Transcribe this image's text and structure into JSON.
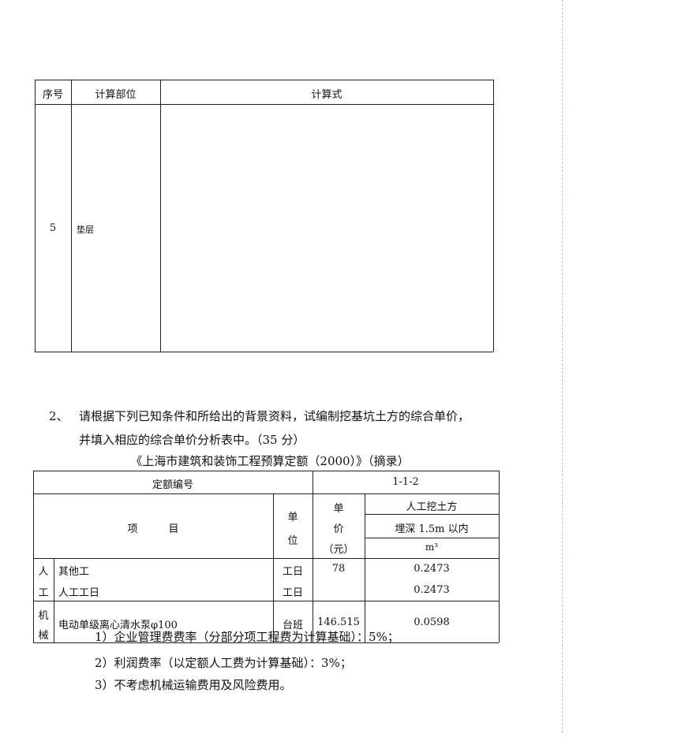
{
  "table1": {
    "headers": [
      "序号",
      "计算部位",
      "计算式"
    ],
    "rows": [
      {
        "no": "5",
        "part": "垫层",
        "formula": ""
      }
    ]
  },
  "question": {
    "number": "2、",
    "line1": "请根据下列已知条件和所给出的背景资料，试编制挖基坑土方的综合单价，",
    "line2": "并填入相应的综合单价分析表中。（35 分）"
  },
  "table2": {
    "title": "《上海市建筑和装饰工程预算定额（2000）》（摘录）",
    "quota_no_label": "定额编号",
    "quota_no": "1-1-2",
    "item_label": "项　　　目",
    "unit_label": "单\n位",
    "unit_label_chars": [
      "单",
      "位"
    ],
    "price_label_chars": [
      "单",
      "价",
      "（元）"
    ],
    "work_name": "人工挖土方",
    "work_depth": "埋深 1.5m 以内",
    "work_unit": "m³",
    "groups": [
      {
        "chars": [
          "人",
          "工"
        ],
        "rows": [
          {
            "name": "其他工",
            "unit": "工日",
            "price": "78",
            "qty": "0.2473"
          },
          {
            "name": "人工工日",
            "unit": "工日",
            "price": "",
            "qty": "0.2473"
          }
        ]
      },
      {
        "chars": [
          "机",
          "械"
        ],
        "rows": [
          {
            "name": "电动单级离心清水泵φ100",
            "unit": "台班",
            "price": "146.515",
            "qty": "0.0598"
          }
        ]
      }
    ]
  },
  "notes": [
    "1）企业管理费费率（分部分项工程费为计算基础）：5%；",
    "2）利润费率（以定额人工费为计算基础）：3%；",
    "3）不考虑机械运输费用及风险费用。"
  ]
}
